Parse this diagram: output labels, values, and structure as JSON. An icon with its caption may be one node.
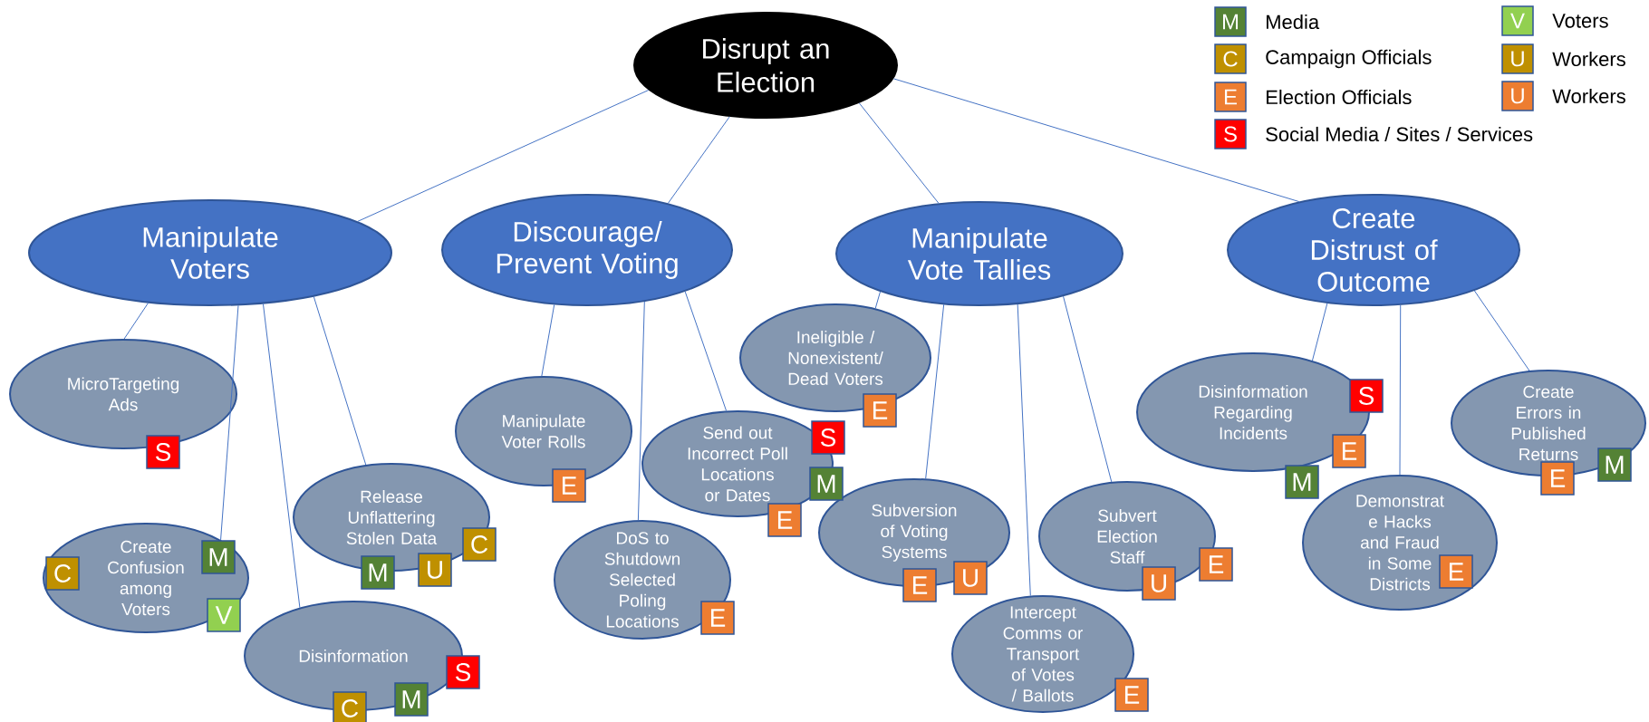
{
  "diagram": {
    "nodes": [
      {
        "text": [
          "Disrupt an Election"
        ]
      },
      {
        "text": [
          "Manipulate Voters"
        ]
      },
      {
        "text": [
          "Discourage/ Prevent Voting"
        ]
      },
      {
        "text": [
          "Manipulate Vote Tallies"
        ]
      },
      {
        "text": [
          "Create Distrust of Outcome"
        ]
      },
      {
        "text": [
          "MicroTargeting Ads"
        ]
      },
      {
        "text": [
          "Release Unflattering Stolen Data"
        ]
      },
      {
        "text": [
          "Create Confusion among Voters"
        ]
      },
      {
        "text": [
          "Disinformation"
        ]
      },
      {
        "text": [
          "Manipulate Voter Rolls"
        ]
      },
      {
        "text": [
          "Send out Incorrect Poll Locations or Dates"
        ]
      },
      {
        "text": [
          "DoS to Shutdown Selected Poling Locations"
        ]
      },
      {
        "text": [
          "Ineligible / Nonexistent/ Dead Voters"
        ]
      },
      {
        "text": [
          "Subversion of Voting Systems"
        ]
      },
      {
        "text": [
          "Intercept Comms or Transport of Votes / Ballots"
        ]
      },
      {
        "text": [
          "Subvert Election Staff"
        ]
      },
      {
        "text": [
          "Disinformation Regarding Incidents"
        ]
      },
      {
        "text": [
          "Demonstrat e Hacks and Fraud in Some Districts"
        ]
      },
      {
        "text": [
          "Create Errors in Published Returns"
        ]
      },
      {
        "text": [
          "S"
        ]
      },
      {
        "text": [
          "M"
        ]
      },
      {
        "text": [
          "U"
        ]
      },
      {
        "text": [
          "C"
        ]
      },
      {
        "text": [
          "C"
        ],
        "in": 7
      },
      {
        "text": [
          "M"
        ],
        "in": 7
      },
      {
        "text": [
          "V"
        ]
      },
      {
        "text": [
          "C"
        ]
      },
      {
        "text": [
          "M"
        ]
      },
      {
        "text": [
          "S"
        ]
      },
      {
        "text": [
          "E"
        ]
      },
      {
        "text": [
          "S"
        ]
      },
      {
        "text": [
          "M"
        ]
      },
      {
        "text": [
          "E"
        ]
      },
      {
        "text": [
          "E"
        ]
      },
      {
        "text": [
          "E"
        ]
      },
      {
        "text": [
          "E"
        ]
      },
      {
        "text": [
          "U"
        ]
      },
      {
        "text": [
          "E"
        ]
      },
      {
        "text": [
          "U"
        ]
      },
      {
        "text": [
          "E"
        ]
      },
      {
        "text": [
          "S"
        ]
      },
      {
        "text": [
          "E"
        ]
      },
      {
        "text": [
          "M"
        ]
      },
      {
        "text": [
          "E"
        ],
        "in": 17
      },
      {
        "text": [
          "E"
        ]
      },
      {
        "text": [
          "M"
        ]
      }
    ],
    "edges": [
      {
        "from": 0,
        "to": 1,
        "arrow": "none"
      },
      {
        "from": 0,
        "to": 2,
        "arrow": "none"
      },
      {
        "from": 0,
        "to": 3,
        "arrow": "none"
      },
      {
        "from": 0,
        "to": 4,
        "arrow": "none"
      },
      {
        "from": 1,
        "to": 5,
        "arrow": "none"
      },
      {
        "from": 1,
        "to": 6,
        "arrow": "none"
      },
      {
        "from": 1,
        "to": 7,
        "arrow": "none"
      },
      {
        "from": 1,
        "to": 8,
        "arrow": "none"
      },
      {
        "from": 2,
        "to": 9,
        "arrow": "none"
      },
      {
        "from": 2,
        "to": 10,
        "arrow": "none"
      },
      {
        "from": 2,
        "to": 11,
        "arrow": "none"
      },
      {
        "from": 3,
        "to": 12,
        "arrow": "none"
      },
      {
        "from": 3,
        "to": 13,
        "arrow": "none"
      },
      {
        "from": 3,
        "to": 14,
        "arrow": "none"
      },
      {
        "from": 3,
        "to": 15,
        "arrow": "none"
      },
      {
        "from": 4,
        "to": 16,
        "arrow": "none"
      },
      {
        "from": 4,
        "to": 17,
        "arrow": "none"
      },
      {
        "from": 4,
        "to": 18,
        "arrow": "none"
      }
    ],
    "labels": [
      "M",
      "C",
      "E",
      "S",
      "V",
      "U",
      "U"
    ],
    "legend": [
      {
        "text": "Media",
        "color": "#548235"
      },
      {
        "text": "Campaign Officials",
        "color": "#bf9000"
      },
      {
        "text": "Election Officials",
        "color": "#ed7d31"
      },
      {
        "text": "Social Media / Sites / Services",
        "color": "#ff0000"
      },
      {
        "text": "Voters",
        "color": "#92d050"
      },
      {
        "text": "Workers",
        "color": "#bf9000"
      },
      {
        "text": "Workers",
        "color": "#ed7d31"
      }
    ]
  }
}
